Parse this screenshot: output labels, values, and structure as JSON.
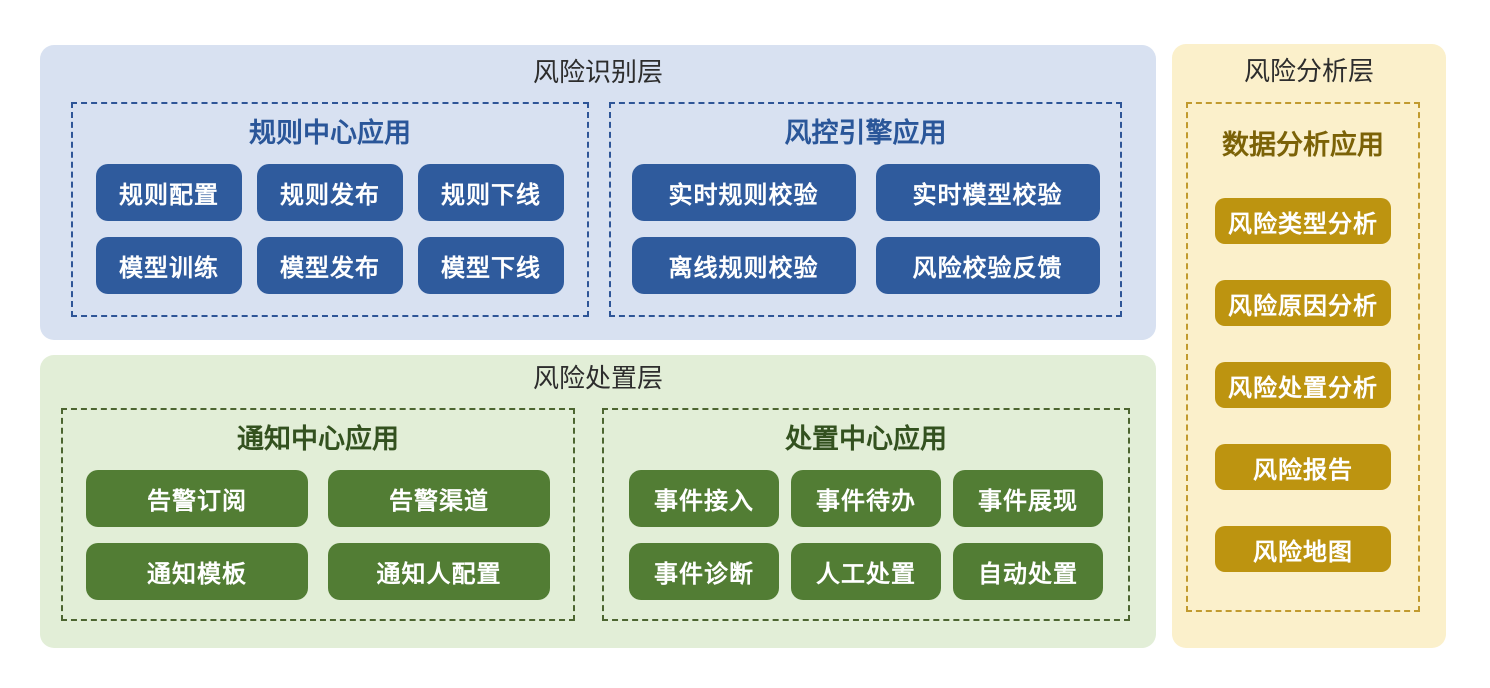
{
  "diagram": {
    "type": "layered-architecture",
    "layers": [
      {
        "id": "risk-identification",
        "title": "风险识别层",
        "theme": {
          "background": "#d8e1f1",
          "border": "#2e5597",
          "node": "#2f5b9d",
          "title_color": "#2a5699"
        },
        "groups": [
          {
            "title": "规则中心应用",
            "columns": 3,
            "items": [
              "规则配置",
              "规则发布",
              "规则下线",
              "模型训练",
              "模型发布",
              "模型下线"
            ]
          },
          {
            "title": "风控引擎应用",
            "columns": 2,
            "items": [
              "实时规则校验",
              "实时模型校验",
              "离线规则校验",
              "风险校验反馈"
            ]
          }
        ]
      },
      {
        "id": "risk-disposal",
        "title": "风险处置层",
        "theme": {
          "background": "#e2eed7",
          "border": "#4c6530",
          "node": "#527d34",
          "title_color": "#33511f"
        },
        "groups": [
          {
            "title": "通知中心应用",
            "columns": 2,
            "items": [
              "告警订阅",
              "告警渠道",
              "通知模板",
              "通知人配置"
            ]
          },
          {
            "title": "处置中心应用",
            "columns": 3,
            "items": [
              "事件接入",
              "事件待办",
              "事件展现",
              "事件诊断",
              "人工处置",
              "自动处置"
            ]
          }
        ]
      },
      {
        "id": "risk-analysis",
        "title": "风险分析层",
        "theme": {
          "background": "#fbf0cb",
          "border": "#c19a2e",
          "node": "#bd9410",
          "title_color": "#7b6207"
        },
        "groups": [
          {
            "title": "数据分析应用",
            "columns": 1,
            "items": [
              "风险类型分析",
              "风险原因分析",
              "风险处置分析",
              "风险报告",
              "风险地图"
            ]
          }
        ]
      }
    ]
  }
}
